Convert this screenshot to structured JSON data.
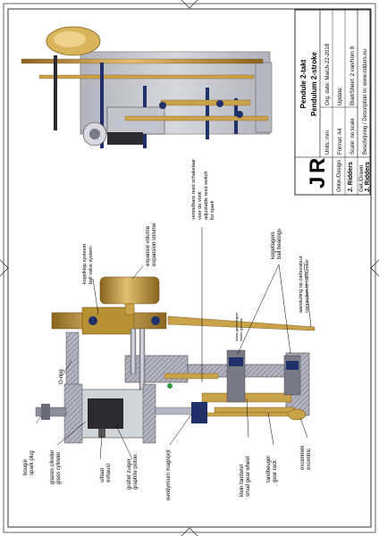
{
  "title_block": {
    "logo_letter_j": "J",
    "logo_letter_r": "R",
    "title_nl": "Pendule 2-takt",
    "title_en": "Pendulum 2-stroke",
    "units": "Units: mm",
    "format": "Format: A4",
    "scale": "Scale: no scale",
    "org_date": "Org. date: March-22-2018",
    "update": "Update:",
    "sheet": "Blad/Sheet: 2 van/from 8",
    "designer_label": "Ontw./Design",
    "designer_name": "J. Ridders",
    "drawn_label": "Get./Drawn",
    "drawn_name": "J. Ridders",
    "description": "Beschrijving / Description in: www.ridders.nu"
  },
  "labels": {
    "expansion_volume": [
      "expansie volume",
      "expansion volume"
    ],
    "reed_switch": [
      "verstelbare reed schakelaar",
      "voor de vonk",
      "adjustable reed switch",
      "for spark"
    ],
    "ball_bearings": [
      "kogellagers",
      "ball bearings"
    ],
    "carburetor": [
      "aansluiting op carburateur",
      "connection to carburetor"
    ],
    "ball_valve": [
      "kogelklep systeem",
      "ball valve system"
    ],
    "intake": [
      "inlaat gasmengsel",
      "intake gas mix"
    ],
    "o_ring": "O-ring",
    "spark_plug": [
      "bougie",
      "spark plug"
    ],
    "glass_cylinder": [
      "glazen cilinder",
      "glass cylinder"
    ],
    "exhaust": [
      "uitlaat",
      "exhaust"
    ],
    "graphite_piston": [
      "grafiet zuiger",
      "graphite piston"
    ],
    "neodymium_magnet": "neodymium magn(e)t",
    "gear_wheel": [
      "klein tandwiel",
      "small gear wheel"
    ],
    "gear_rack": [
      "tandheugel",
      "gear rack"
    ],
    "eccentric": [
      "excentriek",
      "excentric"
    ]
  },
  "colors": {
    "brass": "#c9a24a",
    "brass_dark": "#7a5a1a",
    "steel": "#9a9aa8",
    "steel_light": "#d6d6de",
    "navy": "#22306a",
    "glass": "#bfc6cc",
    "dark": "#2a2a30"
  }
}
